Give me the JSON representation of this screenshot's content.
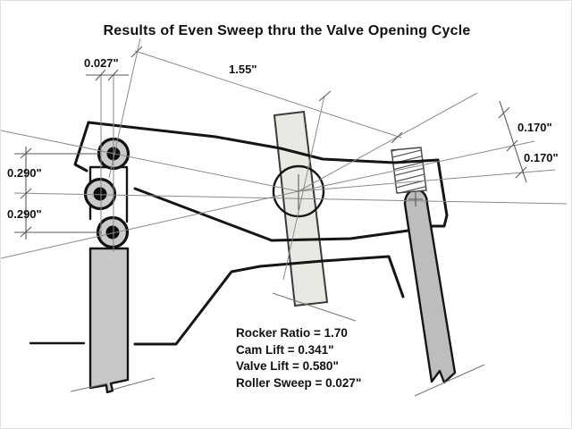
{
  "title": "Results of Even Sweep thru the Valve Opening Cycle",
  "dimensions": {
    "roller_sweep_top": "0.027\"",
    "rocker_length": "1.55\"",
    "pushrod_side_upper": "0.290\"",
    "pushrod_side_lower": "0.290\"",
    "valve_side_upper": "0.170\"",
    "valve_side_lower": "0.170\""
  },
  "results": {
    "rocker_ratio": "Rocker Ratio = 1.70",
    "cam_lift": "Cam Lift = 0.341\"",
    "valve_lift": "Valve Lift = 0.580\"",
    "roller_sweep": "Roller Sweep = 0.027\""
  },
  "colors": {
    "ink": "#151515",
    "construction_line": "#8a8a8a",
    "dimension_line": "#5a5a5a",
    "pushrod_fill": "#c8c8c8",
    "stud_fill": "#e9e9e4",
    "valve_fill": "#bdbdbd",
    "roller_fill": "#cbcbcb",
    "roller_center": "#0a0a0a",
    "background": "#ffffff"
  }
}
